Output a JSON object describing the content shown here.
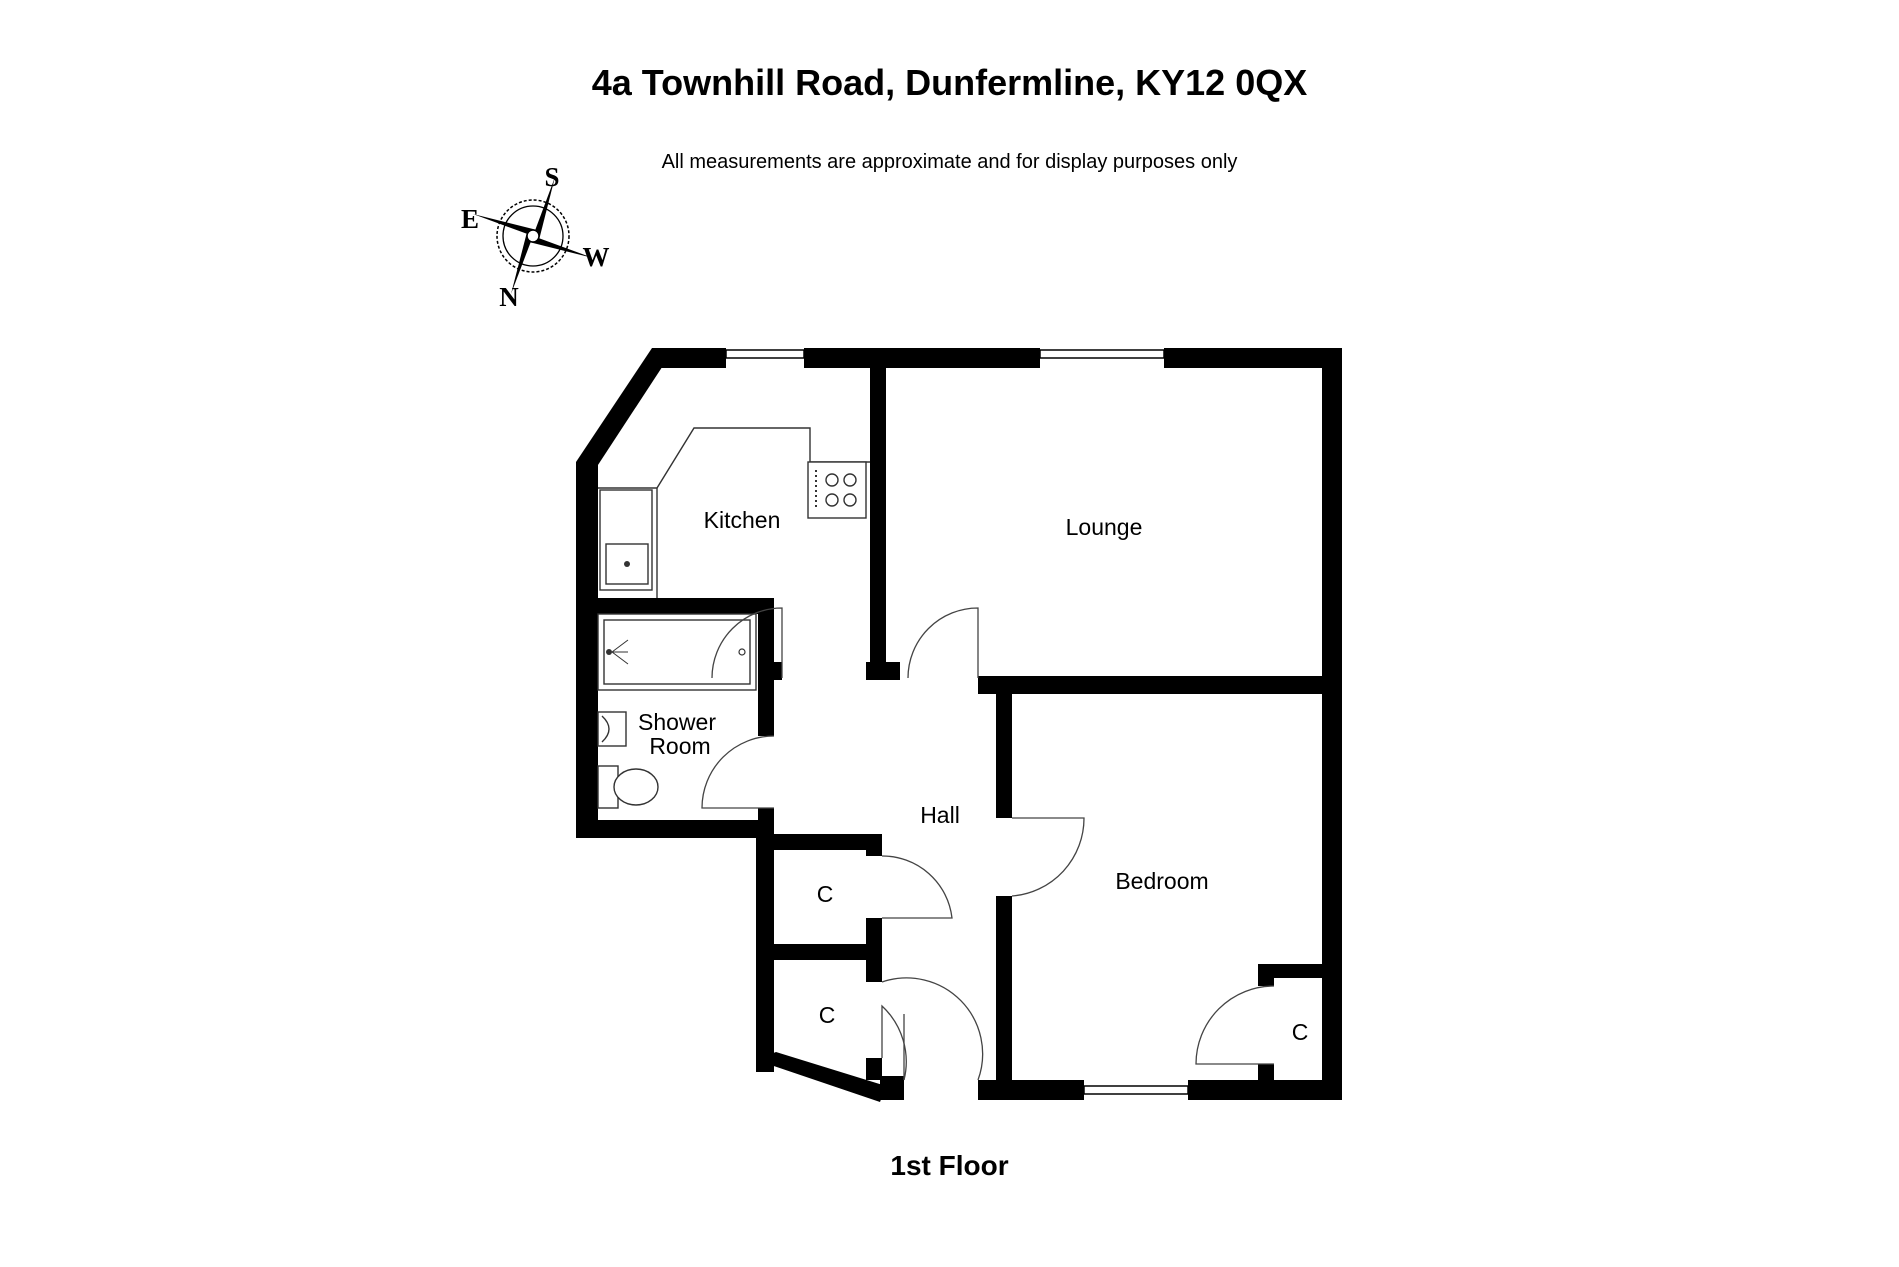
{
  "header": {
    "title": "4a Townhill Road, Dunfermline, KY12 0QX",
    "disclaimer": "All measurements are approximate and for display purposes only"
  },
  "compass": {
    "letters": {
      "top": "S",
      "left": "E",
      "right": "W",
      "bottom": "N"
    }
  },
  "rooms": {
    "kitchen": "Kitchen",
    "lounge": "Lounge",
    "shower_room_line1": "Shower",
    "shower_room_line2": "Room",
    "hall": "Hall",
    "bedroom": "Bedroom",
    "cupboard_upper": "C",
    "cupboard_lower": "C",
    "cupboard_bedroom": "C"
  },
  "footer": {
    "floor_label": "1st Floor"
  },
  "colors": {
    "wall": "#000000",
    "background": "#ffffff",
    "door_line": "#444444"
  }
}
